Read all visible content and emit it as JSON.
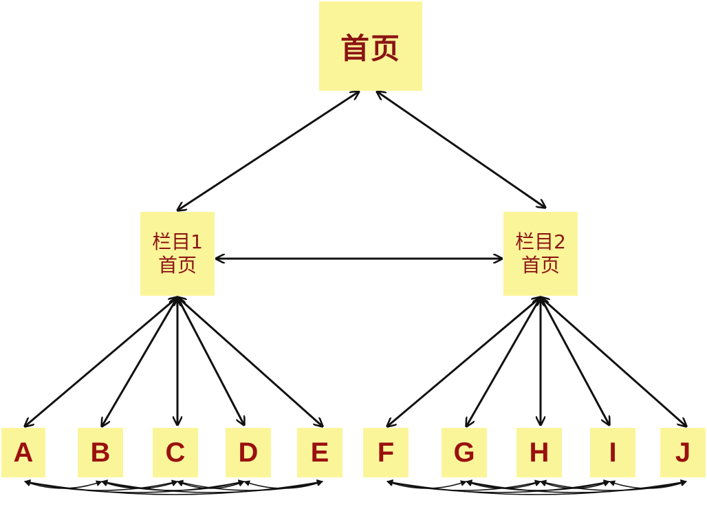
{
  "home": {
    "label": "首页"
  },
  "sections": [
    {
      "line1": "栏目1",
      "line2": "首页"
    },
    {
      "line1": "栏目2",
      "line2": "首页"
    }
  ],
  "leaves": [
    "A",
    "B",
    "C",
    "D",
    "E",
    "F",
    "G",
    "H",
    "I",
    "J"
  ],
  "colors": {
    "box_fill": "#fbf59a",
    "text": "#8b1414",
    "arrow": "#111111"
  }
}
